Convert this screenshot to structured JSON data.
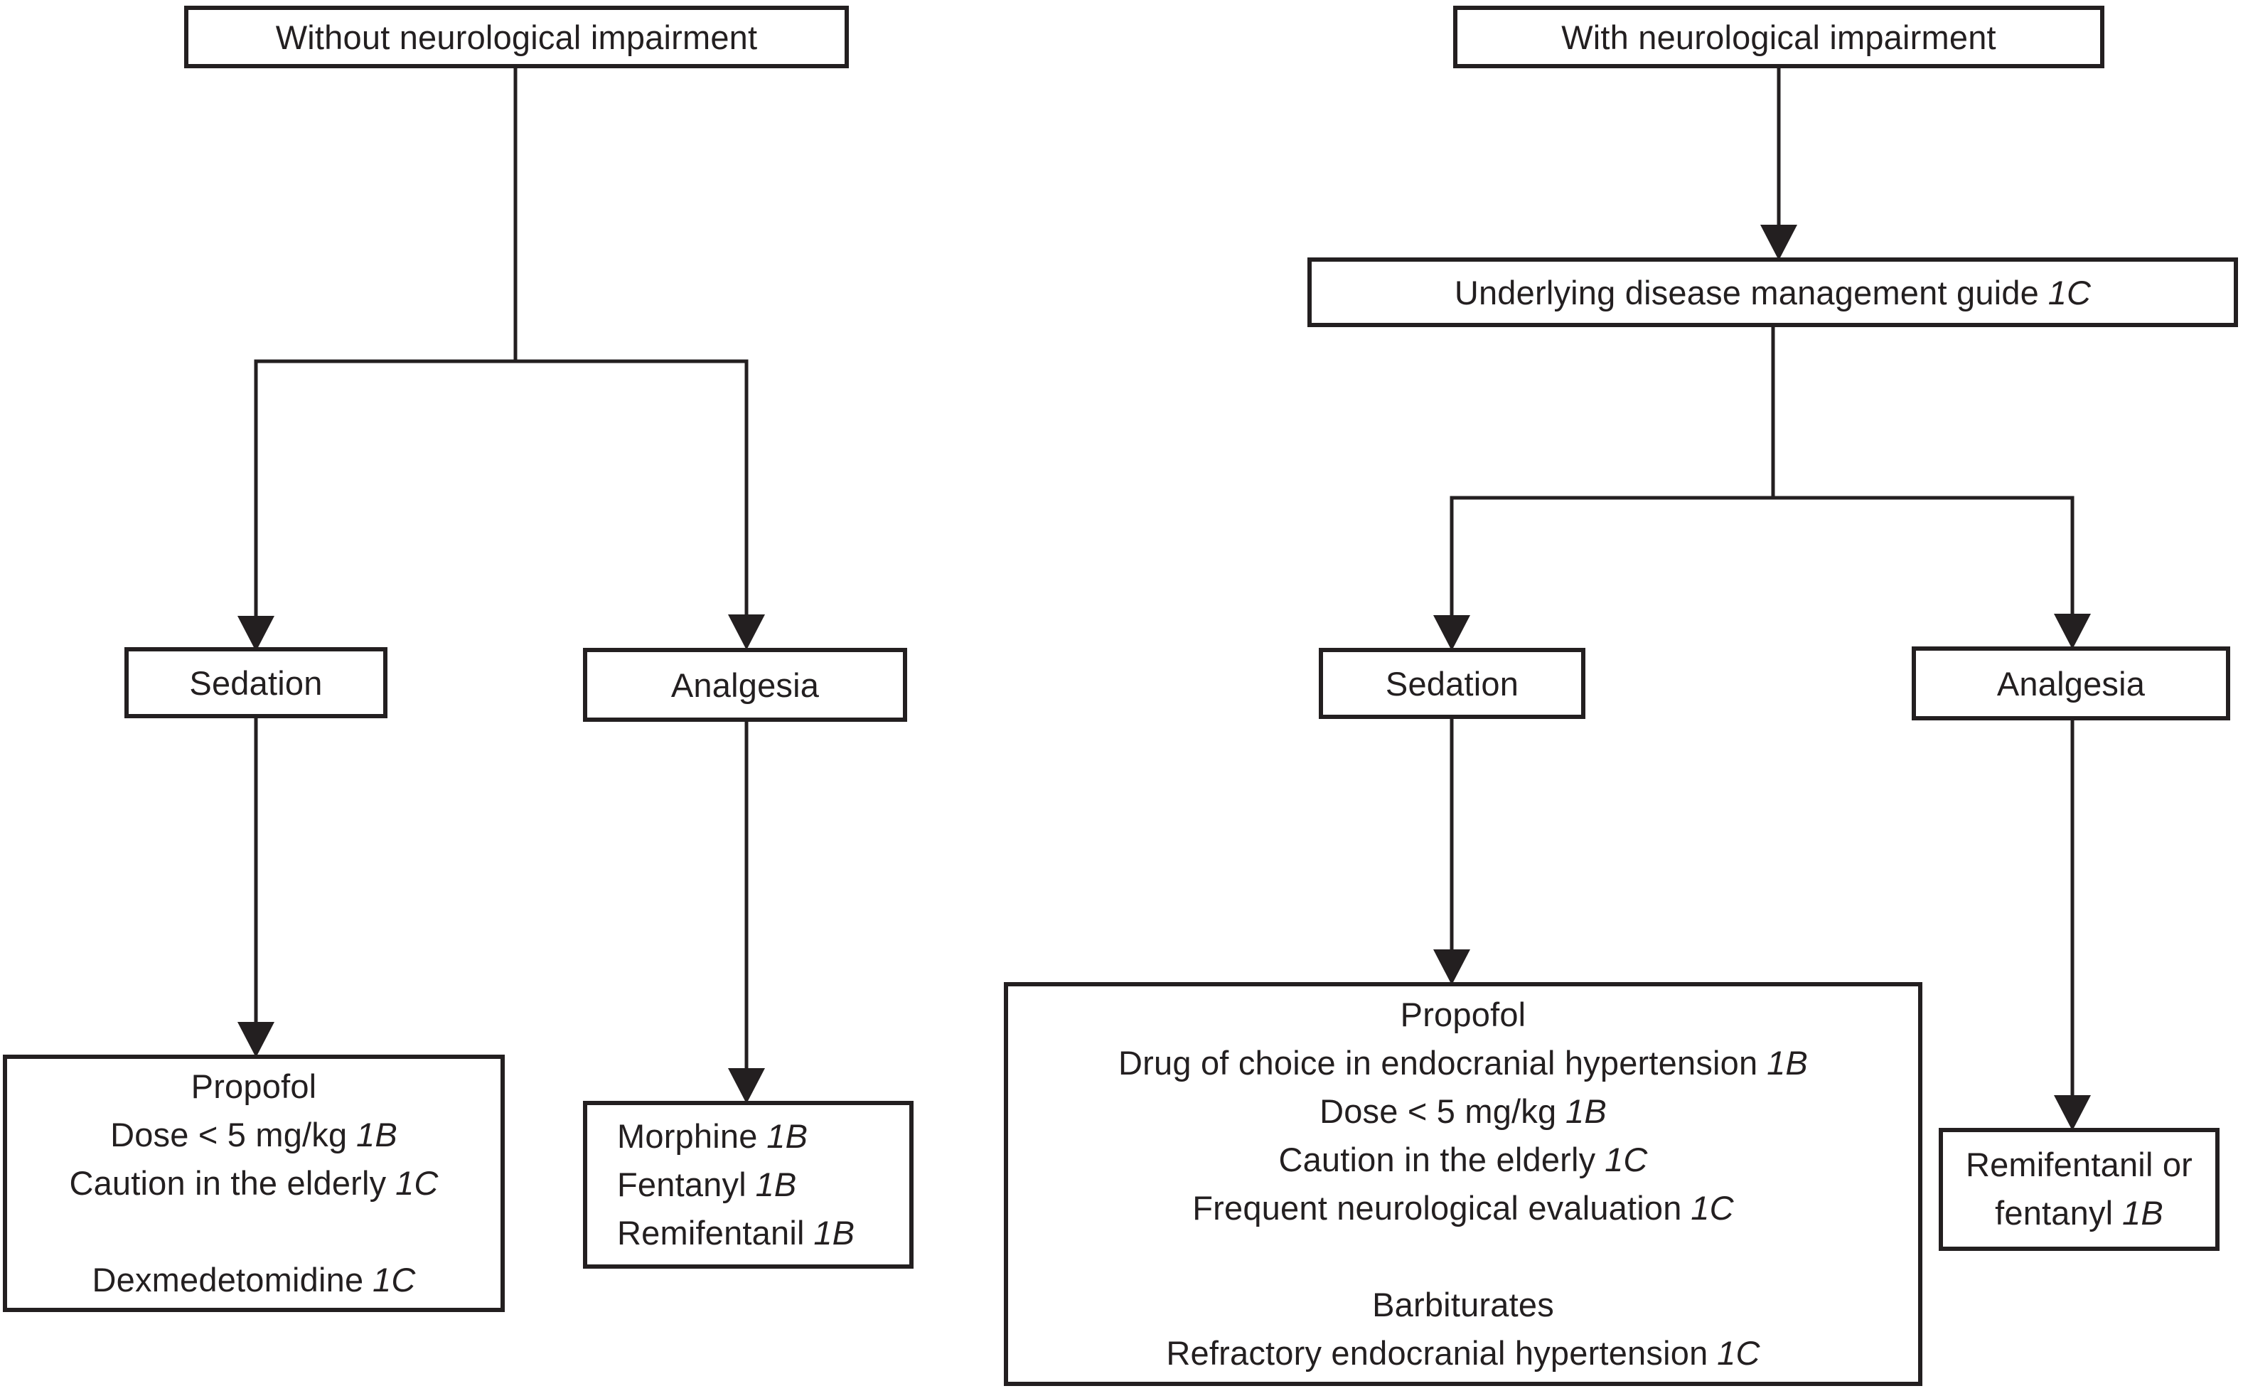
{
  "palette": {
    "ink": "#231f20",
    "background": "#ffffff"
  },
  "left_branch": {
    "root": "Without neurological impairment",
    "sedation": "Sedation",
    "analgesia": "Analgesia",
    "sedation_result": {
      "lines": [
        {
          "text": "Propofol",
          "grade": ""
        },
        {
          "text": "Dose < 5 mg/kg",
          "grade": "1B"
        },
        {
          "text": "Caution in the elderly",
          "grade": "1C"
        },
        {
          "text": "",
          "grade": ""
        },
        {
          "text": "Dexmedetomidine",
          "grade": "1C"
        }
      ]
    },
    "analgesia_result": {
      "lines": [
        {
          "text": "Morphine",
          "grade": "1B"
        },
        {
          "text": "Fentanyl",
          "grade": "1B"
        },
        {
          "text": "Remifentanil",
          "grade": "1B"
        }
      ]
    }
  },
  "right_branch": {
    "root": "With neurological impairment",
    "guide": {
      "text": "Underlying disease management guide",
      "grade": "1C"
    },
    "sedation": "Sedation",
    "analgesia": "Analgesia",
    "sedation_result": {
      "lines": [
        {
          "text": "Propofol",
          "grade": ""
        },
        {
          "text": "Drug of choice in endocranial hypertension",
          "grade": "1B"
        },
        {
          "text": "Dose < 5 mg/kg",
          "grade": "1B"
        },
        {
          "text": "Caution in the elderly",
          "grade": "1C"
        },
        {
          "text": "Frequent neurological evaluation",
          "grade": "1C"
        },
        {
          "text": "",
          "grade": ""
        },
        {
          "text": "Barbiturates",
          "grade": ""
        },
        {
          "text": "Refractory endocranial hypertension",
          "grade": "1C"
        }
      ]
    },
    "analgesia_result": {
      "lines": [
        {
          "text": "Remifentanil or",
          "grade": ""
        },
        {
          "text": "fentanyl",
          "grade": "1B"
        }
      ]
    }
  }
}
